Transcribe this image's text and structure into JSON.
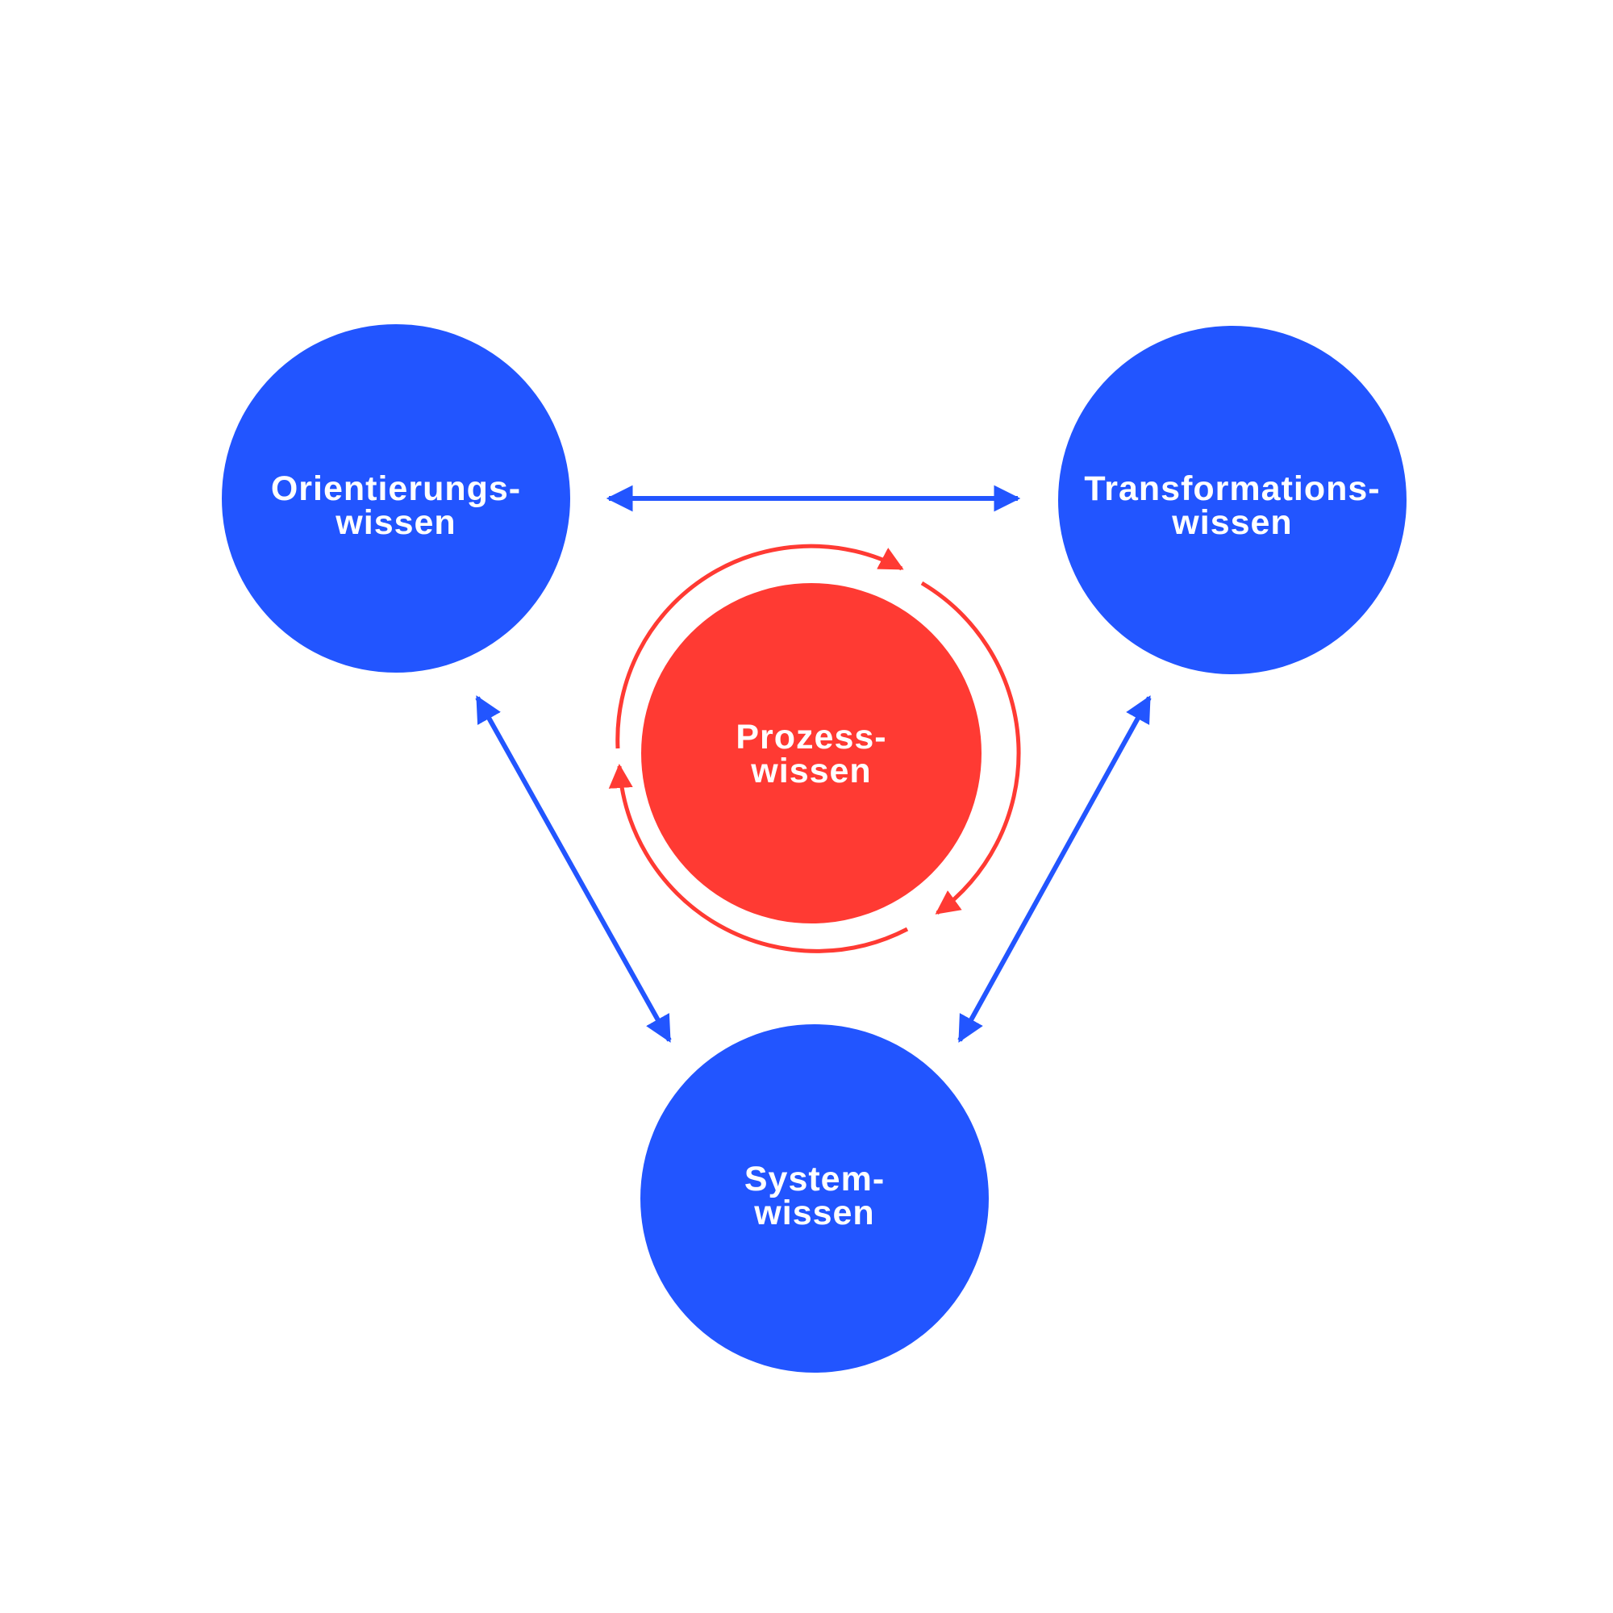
{
  "colors": {
    "background": "#ffffff",
    "knowledge_node": "#2255ff",
    "process_node": "#ff3a33",
    "node_text": "#ffffff"
  },
  "nodes": {
    "orientierung": {
      "line1": "Orientierungs-",
      "line2": "wissen"
    },
    "transformation": {
      "line1": "Transformations-",
      "line2": "wissen"
    },
    "system": {
      "line1": "System-",
      "line2": "wissen"
    },
    "prozess": {
      "line1": "Prozess-",
      "line2": "wissen"
    }
  }
}
